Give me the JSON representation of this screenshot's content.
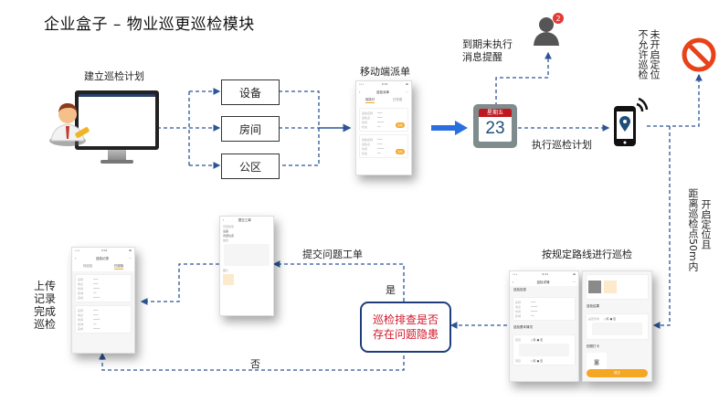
{
  "title": "企业盒子 – 物业巡更巡检模块",
  "colors": {
    "flow_line": "#2c5597",
    "decision_border": "#1f3d7a",
    "decision_text": "#d0182a",
    "accent_orange": "#f5a623",
    "forbid_red": "#e8421a",
    "solid_arrow": "#2a6fe0"
  },
  "steps": {
    "create_plan": "建立巡检计划",
    "mobile_dispatch": "移动端派单",
    "overdue_reminder_line1": "到期未执行",
    "overdue_reminder_line2": "消息提醒",
    "execute_plan": "执行巡检计划",
    "no_location": "未开启定位不允许巡检",
    "no_location_col1": "未开启定位",
    "no_location_col2": "不允许巡检",
    "location_ok_col1": "开启定位且",
    "location_ok_col2": "距离巡检点50m内",
    "route_inspection": "按规定路线进行巡检",
    "submit_ticket": "提交问题工单",
    "upload_record": "上传记录完成巡检",
    "yes": "是",
    "no": "否"
  },
  "categories": [
    "设备",
    "房间",
    "公区"
  ],
  "decision": {
    "line1": "巡检排查是否",
    "line2": "存在问题隐患"
  },
  "calendar": {
    "weekday": "星期五",
    "day": "23"
  },
  "notification_badge": "2",
  "icons": {
    "admin": "admin-user-icon",
    "monitor": "desktop-monitor-icon",
    "user": "user-silhouette-icon",
    "calendar": "calendar-icon",
    "phone_location": "phone-location-icon",
    "forbidden": "forbidden-icon"
  }
}
